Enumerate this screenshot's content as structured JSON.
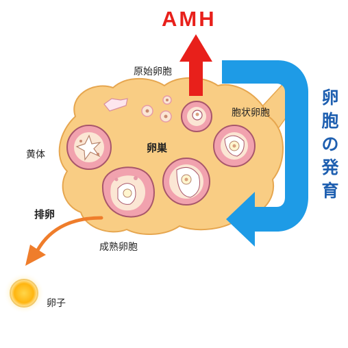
{
  "labels": {
    "amh": "AMH",
    "primordial_follicle": "原始卵胞",
    "antral_follicle": "胞状卵胞",
    "ovary": "卵巣",
    "corpus_luteum": "黄体",
    "ovulation": "排卵",
    "mature_follicle": "成熟卵胞",
    "egg": "卵子",
    "follicle_development": "卵胞の発育"
  },
  "colors": {
    "ovary_fill": "#f9cd84",
    "ovary_stroke": "#e6a64f",
    "follicle_ring": "#f1a2ae",
    "follicle_inner": "#fbe6d4",
    "amh_red": "#e8201b",
    "blue_arrow": "#1e9be6",
    "blue_text": "#1e5fb0",
    "orange_arrow": "#ef7d2b",
    "egg_yellow": "#ffbe1f"
  }
}
